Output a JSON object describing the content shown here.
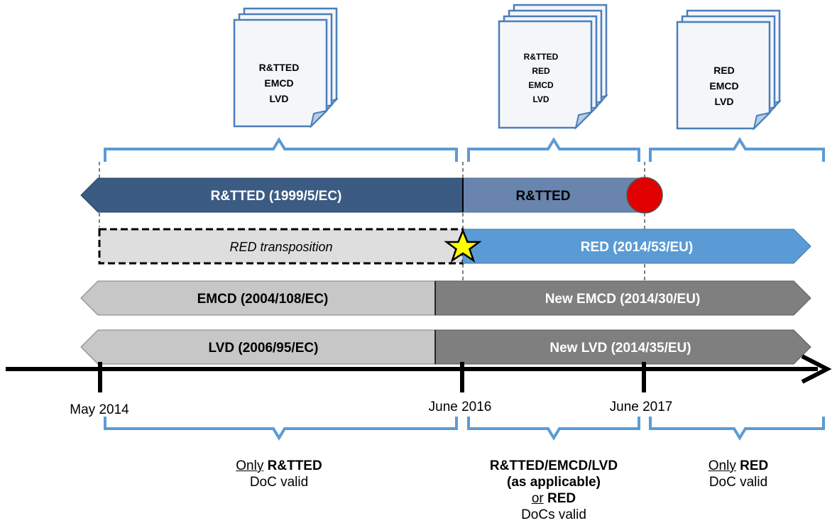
{
  "documents": {
    "group1": [
      "R&TTED",
      "EMCD",
      "LVD"
    ],
    "group2": [
      "R&TTED",
      "RED",
      "EMCD",
      "LVD"
    ],
    "group3": [
      "RED",
      "EMCD",
      "LVD"
    ]
  },
  "bars": {
    "rtted_old": "R&TTED (1999/5/EC)",
    "rtted_transition": "R&TTED",
    "red_transposition": "RED transposition",
    "red_new": "RED (2014/53/EU)",
    "emcd_old": "EMCD (2004/108/EC)",
    "emcd_new": "New EMCD (2014/30/EU)",
    "lvd_old": "LVD (2006/95/EC)",
    "lvd_new": "New LVD (2014/35/EU)"
  },
  "timeline": {
    "may2014": "May 2014",
    "june2016": "June 2016",
    "june2017": "June 2017"
  },
  "captions": {
    "period1": {
      "u1": "Only",
      "b1": "R&TTED",
      "line2": "DoC valid"
    },
    "period2": {
      "b1": "R&TTED/EMCD/LVD",
      "b2": "(as applicable)",
      "u1": "or",
      "b3": "RED",
      "line4": "DoCs valid"
    },
    "period3": {
      "u1": "Only",
      "b1": "RED",
      "line2": "DoC valid"
    }
  },
  "colors": {
    "bracket": "#5b9bd5",
    "rtted_old": "#3b5b82",
    "rtted_transition": "#6985ad",
    "red_new": "#5b9bd5",
    "transposition": "#dedede",
    "grey_old": "#c7c7c7",
    "grey_new": "#7f7f7f",
    "end_circle": "#e00000",
    "star": "#ffff00"
  }
}
